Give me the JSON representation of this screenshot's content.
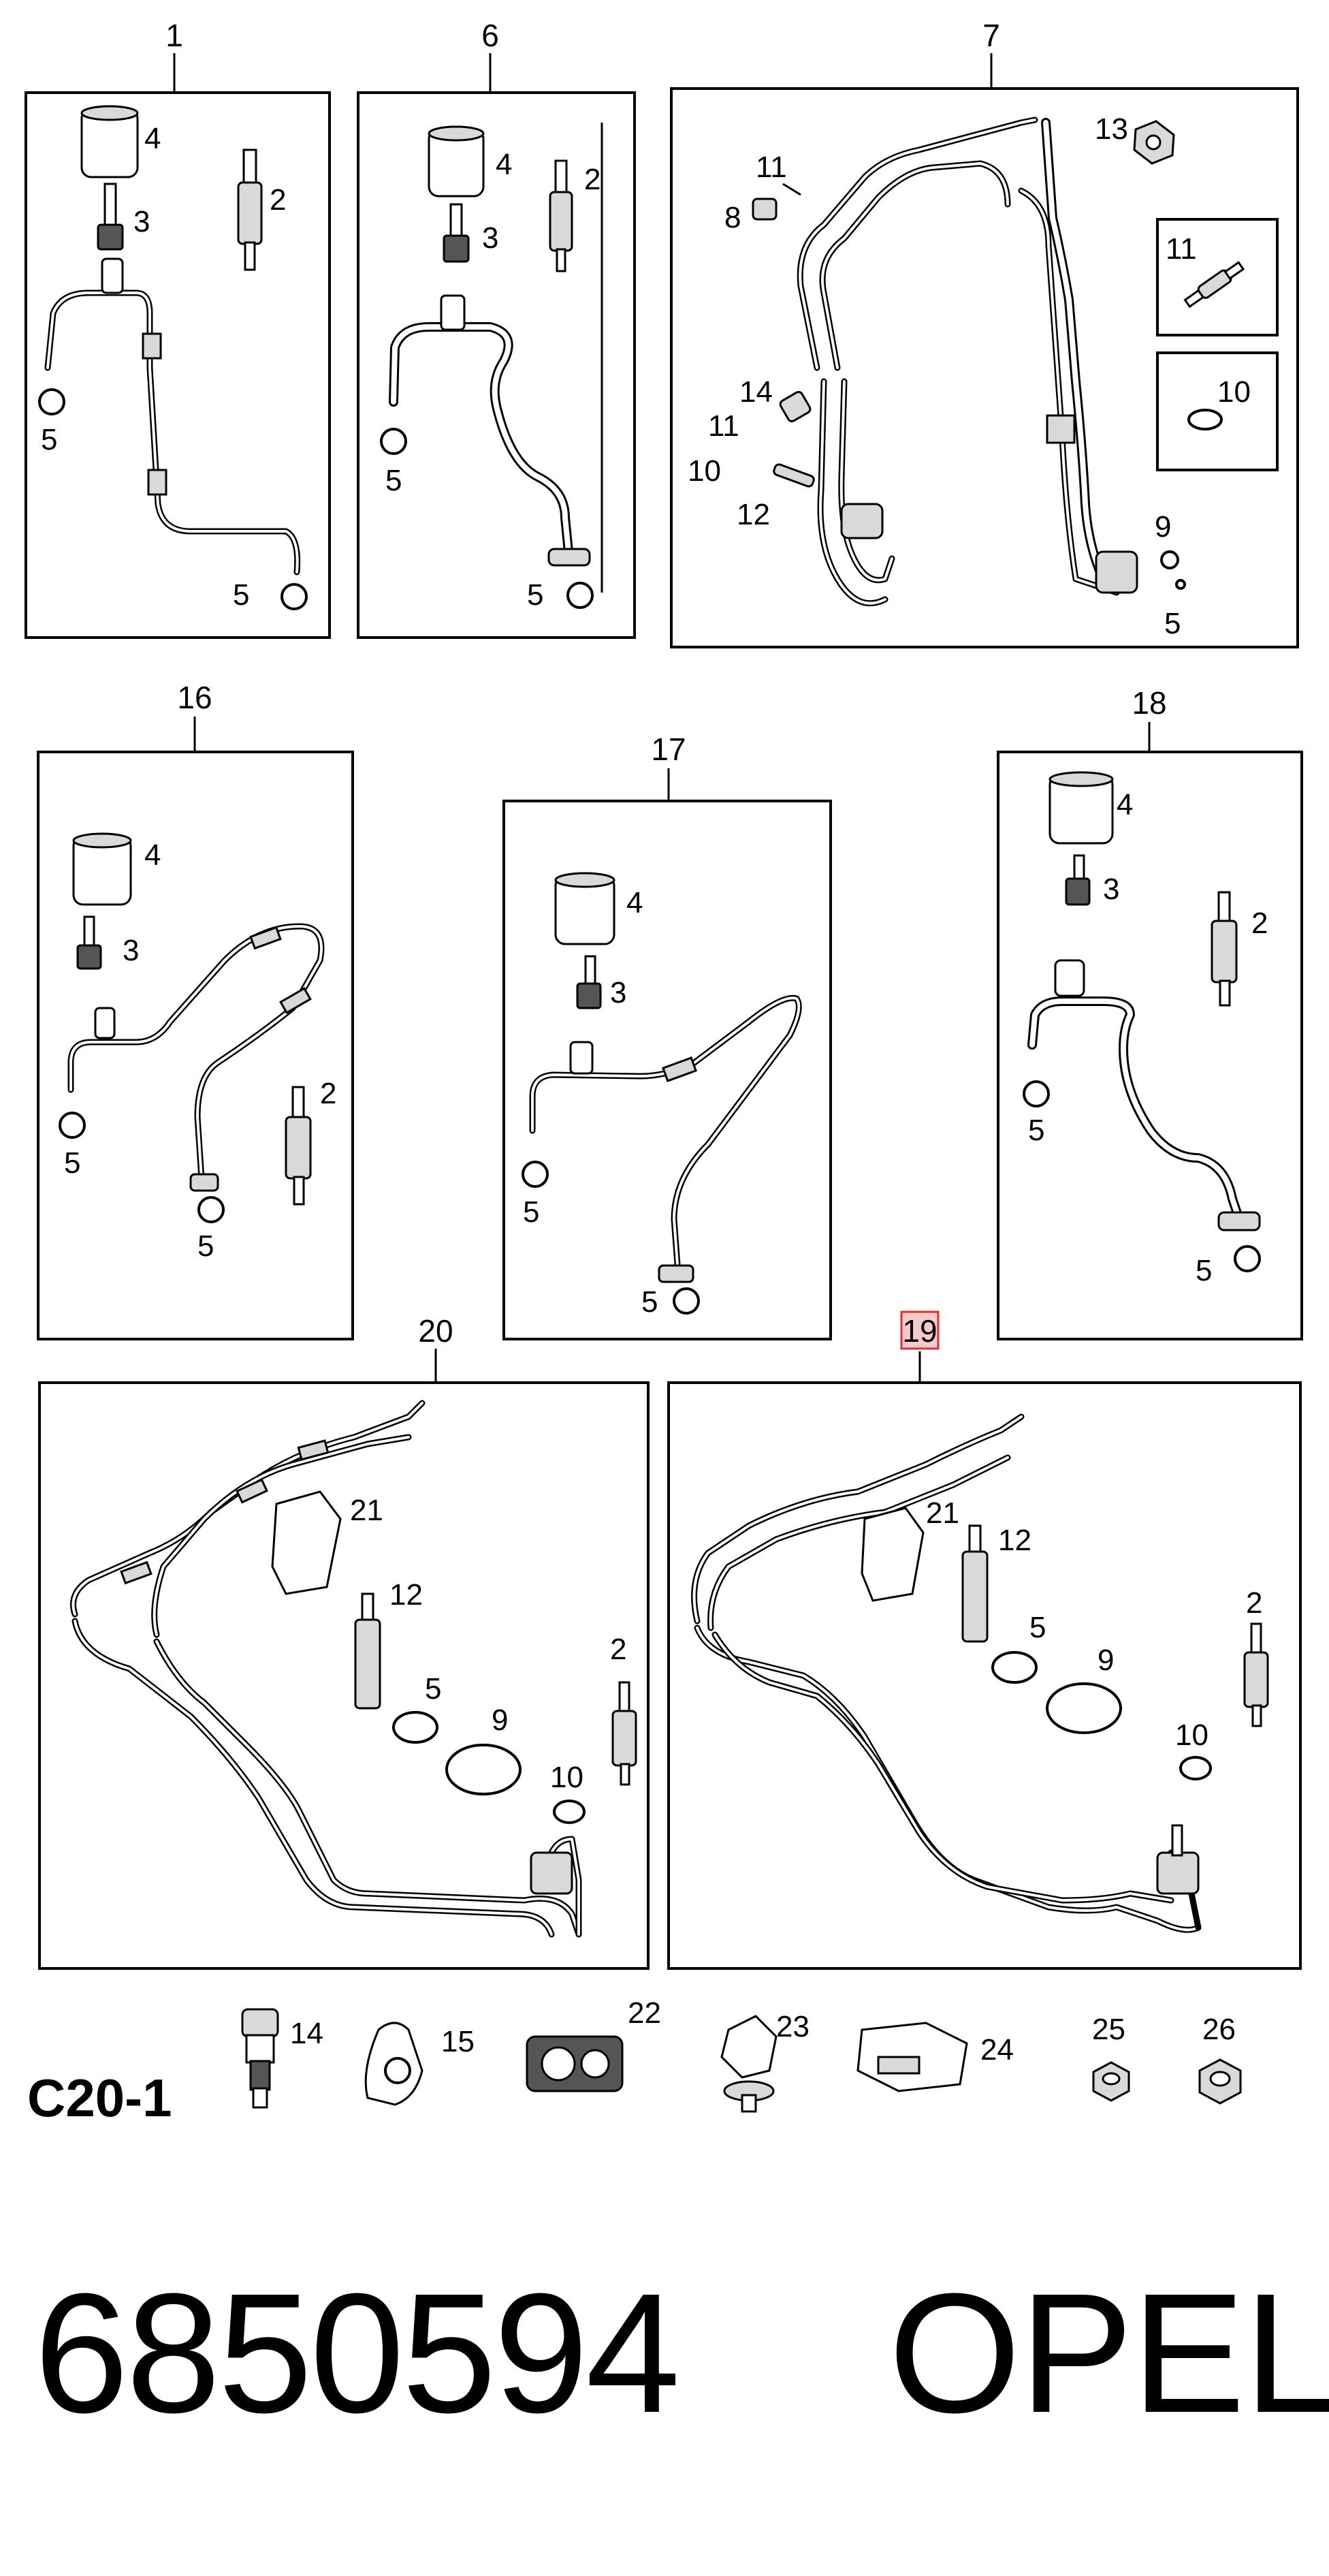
{
  "panels": [
    {
      "id": "1",
      "label": "1",
      "callouts": [
        "4",
        "2",
        "3",
        "5",
        "5"
      ]
    },
    {
      "id": "6",
      "label": "6",
      "callouts": [
        "4",
        "2",
        "3",
        "5",
        "5"
      ]
    },
    {
      "id": "7",
      "label": "7",
      "callouts": [
        "13",
        "11",
        "8",
        "11",
        "10",
        "14",
        "11",
        "10",
        "12",
        "9",
        "5"
      ]
    },
    {
      "id": "16",
      "label": "16",
      "callouts": [
        "4",
        "3",
        "2",
        "5",
        "5"
      ]
    },
    {
      "id": "17",
      "label": "17",
      "callouts": [
        "4",
        "3",
        "5",
        "5"
      ]
    },
    {
      "id": "18",
      "label": "18",
      "callouts": [
        "4",
        "3",
        "2",
        "5",
        "5"
      ]
    },
    {
      "id": "20",
      "label": "20",
      "callouts": [
        "21",
        "12",
        "5",
        "9",
        "2",
        "10"
      ]
    },
    {
      "id": "19",
      "label": "19",
      "highlighted": true,
      "callouts": [
        "21",
        "12",
        "5",
        "9",
        "2",
        "10"
      ]
    }
  ],
  "loose_parts": [
    "14",
    "15",
    "22",
    "23",
    "24",
    "25",
    "26"
  ],
  "code_label": "C20-1",
  "part_number": "6850594",
  "brand": "OPEL",
  "colors": {
    "highlight_fill": "#f6caca",
    "highlight_stroke": "#d33333",
    "ink": "#000000",
    "paper": "#ffffff"
  },
  "icons": [
    "dryer-canister-icon",
    "valve-icon",
    "bolt-icon",
    "o-ring-icon",
    "hose-icon",
    "clip-icon",
    "nut-icon",
    "pressure-switch-icon"
  ]
}
